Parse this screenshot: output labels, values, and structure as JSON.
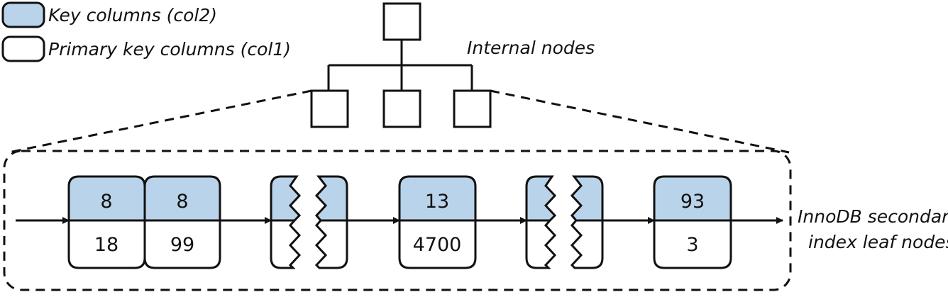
{
  "legend": {
    "key_label": "Key columns (col2)",
    "pk_label": "Primary key columns (col1)"
  },
  "labels": {
    "internal_nodes": "Internal nodes",
    "leaf_line1": "InnoDB secondary",
    "leaf_line2": "index leaf nodes"
  },
  "leaves": [
    {
      "key": "8",
      "pk": "18"
    },
    {
      "key": "8",
      "pk": "99"
    },
    {
      "key": "",
      "pk": ""
    },
    {
      "key": "13",
      "pk": "4700"
    },
    {
      "key": "",
      "pk": ""
    },
    {
      "key": "93",
      "pk": "3"
    }
  ],
  "colors": {
    "key_fill": "#b9d4ea",
    "pk_fill": "#ffffff",
    "stroke": "#111111"
  }
}
